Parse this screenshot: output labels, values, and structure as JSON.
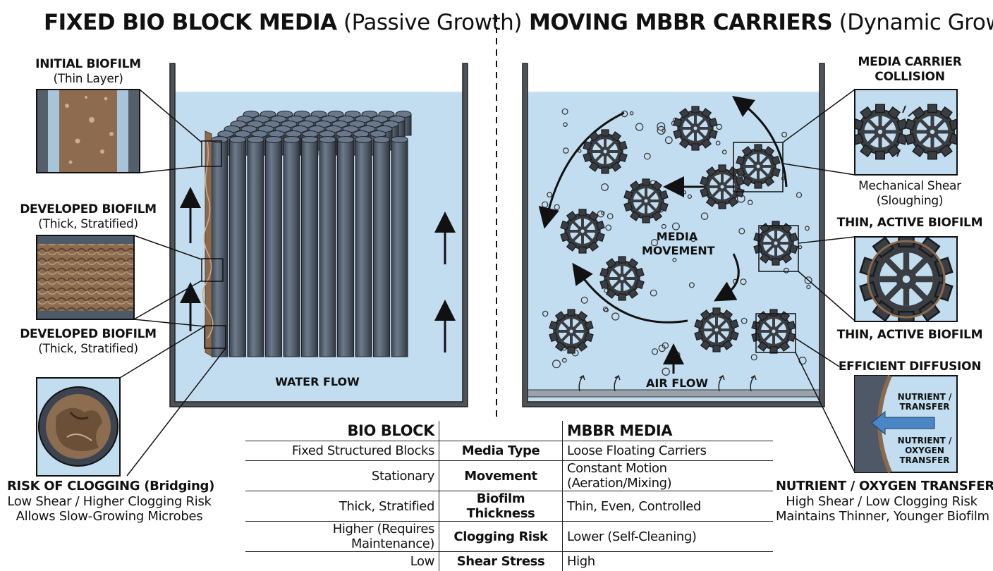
{
  "left_panel": {
    "title_bold": "FIXED BIO BLOCK MEDIA",
    "title_rest": "(Passive Growth)",
    "callouts": [
      {
        "label": "INITIAL BIOFILM",
        "sub": "(Thin Layer)"
      },
      {
        "label": "DEVELOPED BIOFILM",
        "sub": "(Thick, Stratified)"
      },
      {
        "label": "DEVELOPED BIOFILM",
        "sub": "(Thick, Stratified)"
      }
    ],
    "flow_label": "WATER FLOW",
    "clog_label": "RISK OF CLOGGING (Bridging)",
    "notes": [
      "Low Shear / Higher Clogging Risk",
      "Allows Slow-Growing Microbes"
    ]
  },
  "right_panel": {
    "title_bold": "MOVING MBBR CARRIERS",
    "title_rest": "(Dynamic Growth)",
    "collision_label": [
      "MEDIA CARRIER",
      "COLLISION"
    ],
    "shear_label": [
      "Mechanical Shear",
      "(Sloughing)"
    ],
    "thin_biofilm_label_top": "THIN, ACTIVE BIOFILM",
    "thin_biofilm_label_bottom": "THIN, ACTIVE BIOFILM",
    "diffusion_label": "EFFICIENT DIFFUSION",
    "diffusion_inset": [
      "NUTRIENT /",
      "TRANSFER",
      "NUTRIENT /",
      "OXYGEN",
      "TRANSFER"
    ],
    "movement_label": [
      "MEDIA",
      "MOVEMENT"
    ],
    "air_label": "AIR FLOW",
    "transfer_label": "NUTRIENT / OXYGEN TRANSFER",
    "notes": [
      "High Shear / Low Clogging Risk",
      "Maintains Thinner, Younger Biofilm"
    ]
  },
  "table": {
    "headers": [
      "BIO BLOCK",
      "",
      "MBBR MEDIA"
    ],
    "rows": [
      [
        "Fixed Structured Blocks",
        "Media Type",
        "Loose Floating Carriers"
      ],
      [
        "Stationary",
        "Movement",
        "Constant Motion (Aeration/Mixing)"
      ],
      [
        "Thick, Stratified",
        "Biofilm Thickness",
        "Thin, Even, Controlled"
      ],
      [
        "Higher (Requires Maintenance)",
        "Clogging Risk",
        "Lower (Self-Cleaning)"
      ],
      [
        "Low",
        "Shear Stress",
        "High"
      ]
    ]
  },
  "colors": {
    "water": "#c2ddef",
    "tank": "#4e5358",
    "cylinder": "#5a6573",
    "biofilm": "#8a6a4e",
    "gear": "#3a3d42",
    "inset_blue": "#4a86c5"
  }
}
